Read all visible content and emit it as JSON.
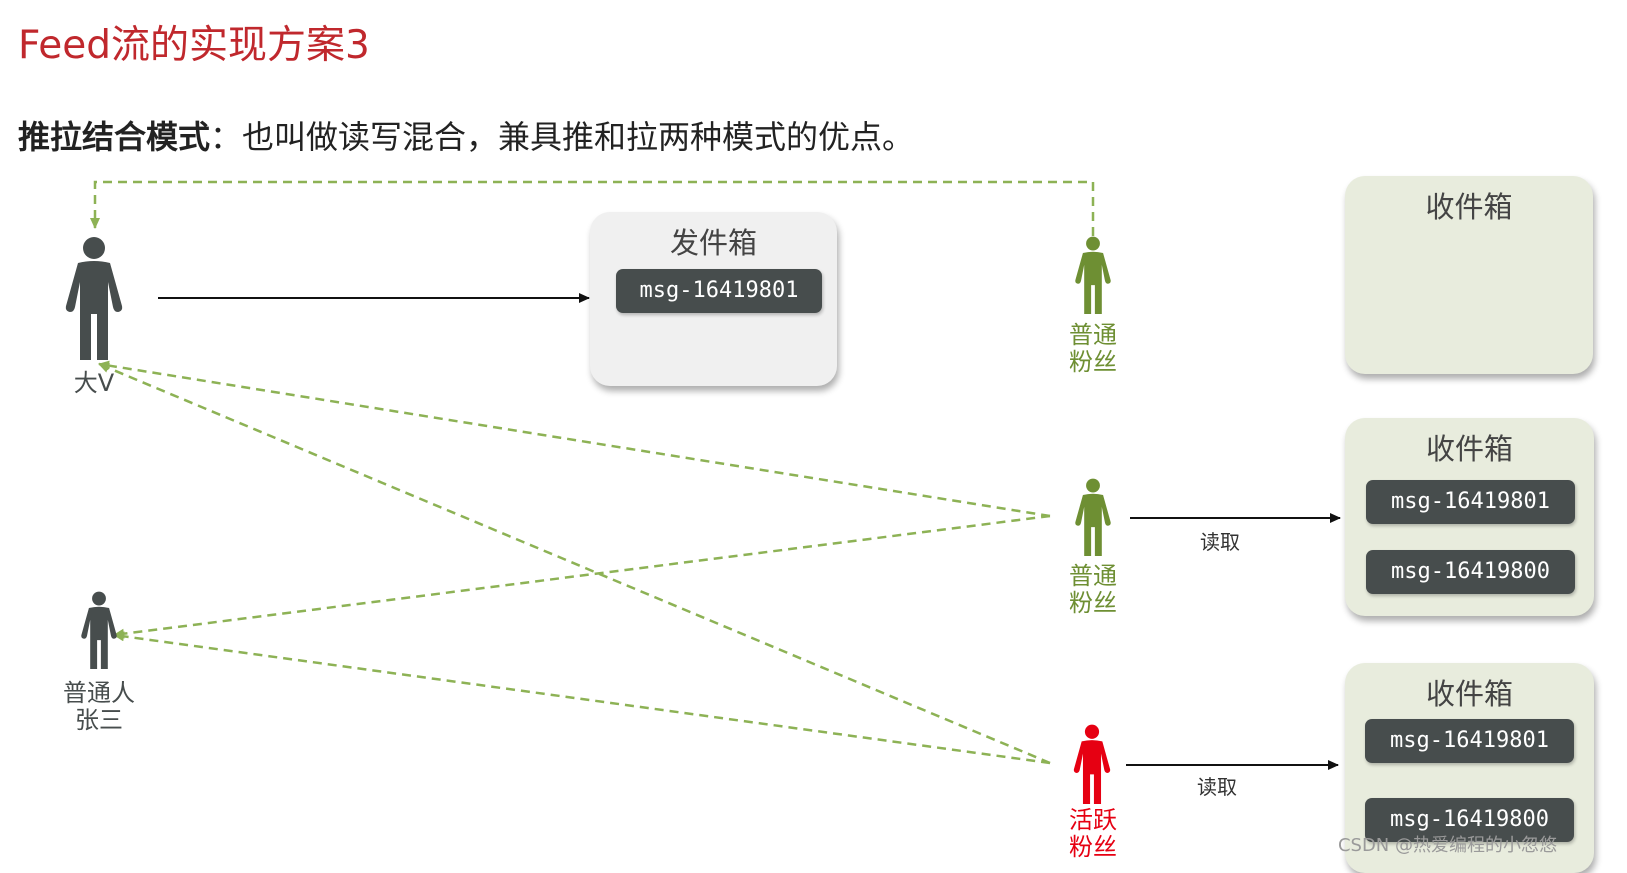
{
  "title": "Feed流的实现方案3",
  "subtitle": {
    "bold": "推拉结合模式",
    "rest": "：也叫做读写混合，兼具推和拉两种模式的优点。"
  },
  "outbox": {
    "title": "发件箱",
    "messages": [
      "msg-16419801"
    ]
  },
  "inboxes": [
    {
      "title": "收件箱",
      "messages": []
    },
    {
      "title": "收件箱",
      "messages": [
        "msg-16419801",
        "msg-16419800"
      ]
    },
    {
      "title": "收件箱",
      "messages": [
        "msg-16419801",
        "msg-16419800"
      ]
    }
  ],
  "people": {
    "big_v": {
      "label": "大V",
      "icon": "person-icon",
      "color": "#474d4d"
    },
    "zhangsan": {
      "line1": "普通人",
      "line2": "张三",
      "icon": "person-icon",
      "color": "#474d4d"
    },
    "fan_top": {
      "line1": "普通",
      "line2": "粉丝",
      "icon": "person-icon",
      "color": "#6e8f33"
    },
    "fan_mid": {
      "line1": "普通",
      "line2": "粉丝",
      "icon": "person-icon",
      "color": "#6e8f33"
    },
    "fan_active": {
      "line1": "活跃",
      "line2": "粉丝",
      "icon": "person-icon",
      "color": "#e60012"
    }
  },
  "read_label": "读取",
  "watermark": "CSDN @热爱编程的小忽悠",
  "colors": {
    "title": "#c0282d",
    "dashed": "#8db255",
    "arrow": "#111111",
    "inbox_bg": "#e8ecdd",
    "outbox_bg": "#f0f0f0",
    "msg_bg": "#474d4d"
  }
}
